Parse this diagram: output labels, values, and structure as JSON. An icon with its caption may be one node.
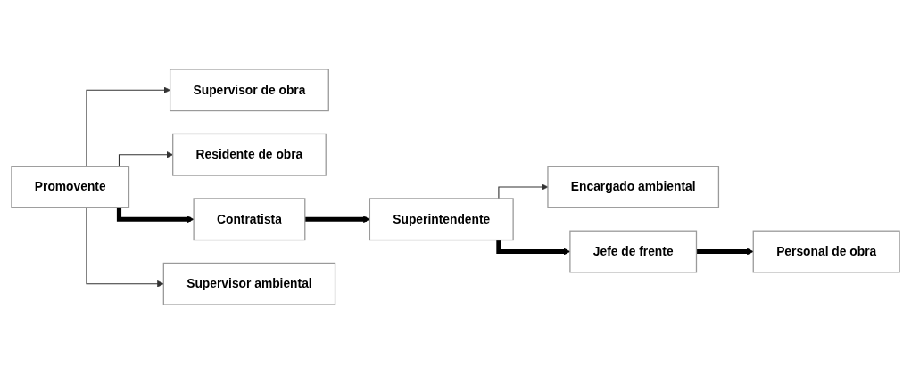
{
  "diagram": {
    "nodes": [
      {
        "text": [
          "Supervisor de obra"
        ]
      },
      {
        "text": [
          "Residente de obra"
        ]
      },
      {
        "text": [
          "Encargado ambiental"
        ]
      },
      {
        "text": [
          "Promovente"
        ]
      },
      {
        "text": [
          "Contratista"
        ]
      },
      {
        "text": [
          "Superintendente"
        ]
      },
      {
        "text": [
          "Jefe de frente"
        ]
      },
      {
        "text": [
          "Personal de obra"
        ]
      },
      {
        "text": [
          "Supervisor ambiental"
        ]
      }
    ],
    "edges": [
      {
        "from": 3,
        "to": 0,
        "arrow": "to"
      },
      {
        "from": 3,
        "to": 1,
        "arrow": "to"
      },
      {
        "from": 3,
        "to": 4,
        "arrow": "to",
        "style": "thick"
      },
      {
        "from": 4,
        "to": 5,
        "arrow": "to",
        "style": "thick"
      },
      {
        "from": 5,
        "to": 6,
        "arrow": "to",
        "style": "thick"
      },
      {
        "from": 6,
        "to": 7,
        "arrow": "to",
        "style": "thick"
      },
      {
        "from": 3,
        "to": 8,
        "arrow": "to"
      },
      {
        "from": 5,
        "to": 2,
        "arrow": "to"
      }
    ]
  }
}
